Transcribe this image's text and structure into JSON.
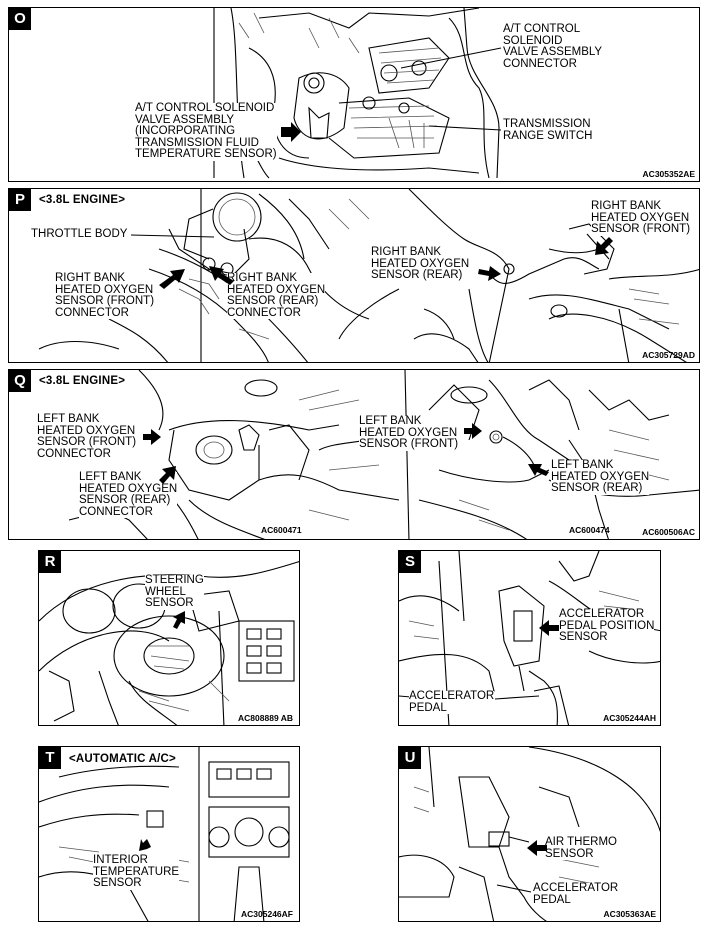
{
  "panels": {
    "O": {
      "letter": "O",
      "labels": {
        "connector": "A/T CONTROL\nSOLENOID\nVALVE ASSEMBLY\nCONNECTOR",
        "solenoid": "A/T CONTROL SOLENOID\nVALVE ASSEMBLY\n(INCORPORATING\nTRANSMISSION FLUID\nTEMPERATURE SENSOR)",
        "range_switch": "TRANSMISSION\nRANGE SWITCH"
      },
      "codes": [
        "AC305352AE"
      ]
    },
    "P": {
      "letter": "P",
      "engine": "<3.8L ENGINE>",
      "labels": {
        "throttle": "THROTTLE BODY",
        "rb_front_conn": "RIGHT BANK\nHEATED OXYGEN\nSENSOR (FRONT)\nCONNECTOR",
        "rb_rear_conn": "RIGHT BANK\nHEATED OXYGEN\nSENSOR (REAR)\nCONNECTOR",
        "rb_rear": "RIGHT BANK\nHEATED OXYGEN\nSENSOR (REAR)",
        "rb_front": "RIGHT BANK\nHEATED OXYGEN\nSENSOR (FRONT)"
      },
      "codes": [
        "AC305729AD"
      ]
    },
    "Q": {
      "letter": "Q",
      "engine": "<3.8L ENGINE>",
      "labels": {
        "lb_front_conn": "LEFT BANK\nHEATED OXYGEN\nSENSOR (FRONT)\nCONNECTOR",
        "lb_rear_conn": "LEFT BANK\nHEATED OXYGEN\nSENSOR (REAR)\nCONNECTOR",
        "lb_front": "LEFT BANK\nHEATED OXYGEN\nSENSOR (FRONT)",
        "lb_rear": "LEFT BANK\nHEATED OXYGEN\nSENSOR (REAR)"
      },
      "codes": [
        "AC600471",
        "AC600474",
        "AC600506AC"
      ]
    },
    "R": {
      "letter": "R",
      "labels": {
        "steering": "STEERING\nWHEEL\nSENSOR"
      },
      "codes": [
        "AC808889 AB"
      ]
    },
    "S": {
      "letter": "S",
      "labels": {
        "app_sensor": "ACCELERATOR\nPEDAL POSITION\nSENSOR",
        "pedal": "ACCELERATOR\nPEDAL"
      },
      "codes": [
        "AC305244AH"
      ]
    },
    "T": {
      "letter": "T",
      "engine": "<AUTOMATIC A/C>",
      "labels": {
        "interior": "INTERIOR\nTEMPERATURE\nSENSOR"
      },
      "codes": [
        "AC305246AF"
      ]
    },
    "U": {
      "letter": "U",
      "labels": {
        "air_thermo": "AIR THERMO\nSENSOR",
        "pedal": "ACCELERATOR\nPEDAL"
      },
      "codes": [
        "AC305363AE"
      ]
    }
  }
}
